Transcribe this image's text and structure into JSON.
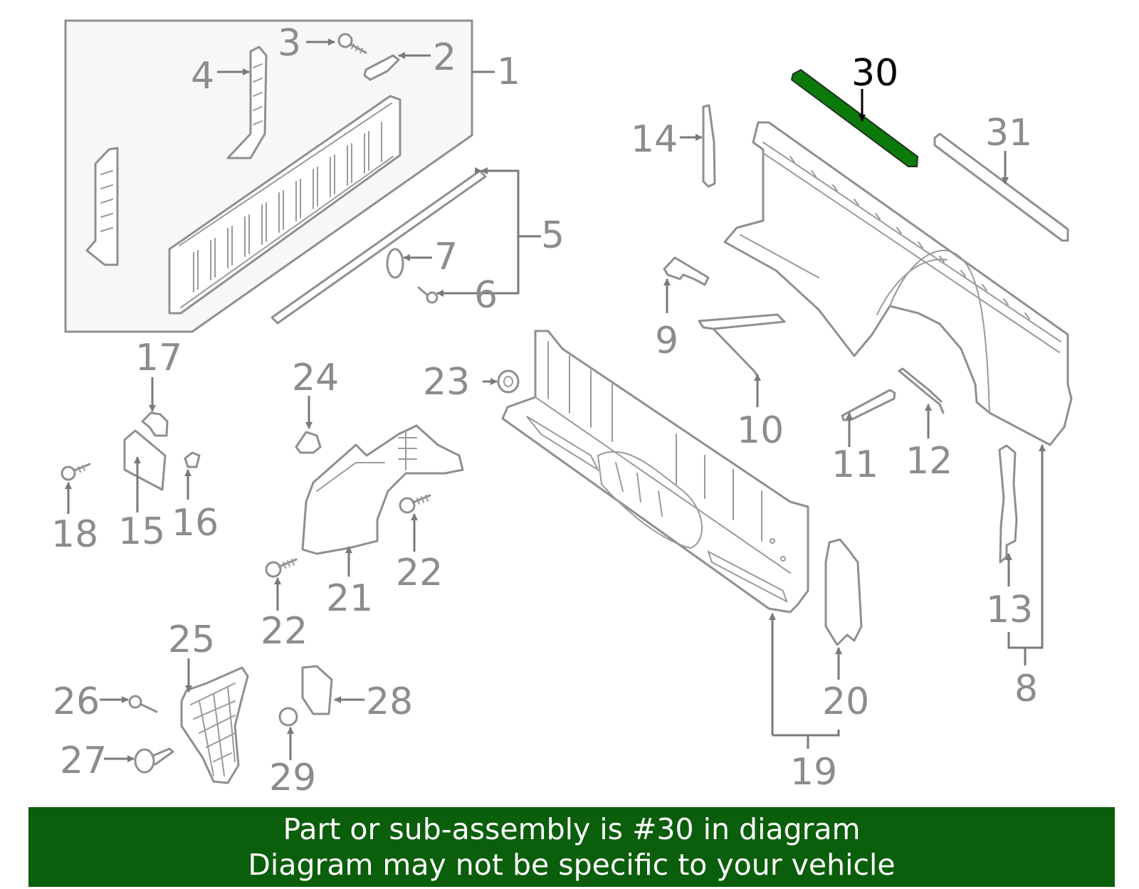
{
  "callouts": {
    "c1": "1",
    "c2": "2",
    "c3": "3",
    "c4": "4",
    "c5": "5",
    "c6": "6",
    "c7": "7",
    "c8": "8",
    "c9": "9",
    "c10": "10",
    "c11": "11",
    "c12": "12",
    "c13": "13",
    "c14": "14",
    "c15": "15",
    "c16": "16",
    "c17": "17",
    "c18": "18",
    "c19": "19",
    "c20": "20",
    "c21": "21",
    "c22a": "22",
    "c22b": "22",
    "c23": "23",
    "c24": "24",
    "c25": "25",
    "c26": "26",
    "c27": "27",
    "c28": "28",
    "c29": "29",
    "c30": "30",
    "c31": "31"
  },
  "highlight_part": "30",
  "colors": {
    "highlight_part": "#0b7a0b",
    "banner_bg": "#0b5e0b",
    "banner_text": "#ffffff",
    "line_art": "#8f8f8f"
  },
  "banner": {
    "line1": "Part or sub-assembly is #30 in diagram",
    "line2": "Diagram may not be specific to your vehicle"
  }
}
